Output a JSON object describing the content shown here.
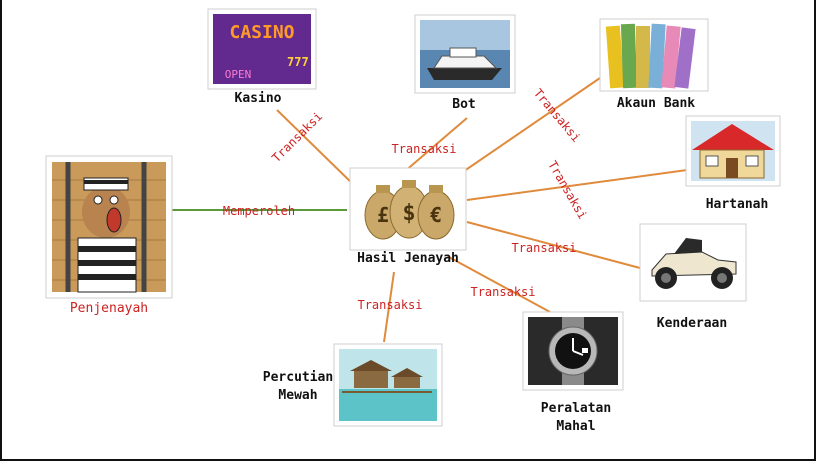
{
  "center": {
    "label": "Hasil Jenayah",
    "symbols": [
      "£",
      "$",
      "€"
    ]
  },
  "source": {
    "label": "Penjenayah",
    "edge_label": "Memperoleh"
  },
  "targets": [
    {
      "label": "Kasino",
      "edge_label": "Transaksi",
      "sign_text": "CASINO",
      "sign_sub": "OPEN"
    },
    {
      "label": "Bot",
      "edge_label": "Transaksi"
    },
    {
      "label": "Akaun Bank",
      "edge_label": "Transaksi"
    },
    {
      "label": "Hartanah",
      "edge_label": "Transaksi"
    },
    {
      "label": "Kenderaan",
      "edge_label": "Transaksi"
    },
    {
      "label_lines": [
        "Peralatan",
        "Mahal"
      ],
      "edge_label": "Transaksi"
    },
    {
      "label_lines": [
        "Percutian",
        "Mewah"
      ],
      "edge_label": "Transaksi"
    }
  ],
  "colors": {
    "edge_transaksi": "#e08a3c",
    "edge_memperoleh": "#5a9a3a",
    "label_red": "#cc2222"
  },
  "icons": [
    "casino-sign-icon",
    "yacht-icon",
    "bankbooks-icon",
    "house-icon",
    "vintage-car-icon",
    "watch-icon",
    "resort-icon",
    "money-bags-icon",
    "prisoner-icon"
  ]
}
